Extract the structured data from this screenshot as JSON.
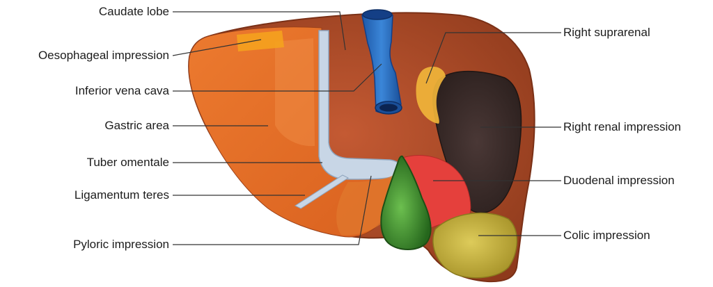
{
  "labels": {
    "caudate_lobe": "Caudate lobe",
    "oesophageal_impression": "Oesophageal impression",
    "inferior_vena_cava": "Inferior vena cava",
    "gastric_area": "Gastric area",
    "tuber_omentale": "Tuber omentale",
    "ligamentum_teres": "Ligamentum teres",
    "pyloric_impression": "Pyloric impression",
    "right_suprarenal": "Right suprarenal",
    "right_renal_impression": "Right renal impression",
    "duodenal_impression": "Duodenal impression",
    "colic_impression": "Colic impression"
  },
  "colors": {
    "liver_right_lobe": "#b9502c",
    "liver_left_lobe": "#e8702a",
    "liver_outline": "#7a3016",
    "oesophageal": "#f5a21e",
    "ivc": "#2a6fc4",
    "ivc_dark": "#143f86",
    "suprarenal": "#f0b43a",
    "renal": "#3e2e2c",
    "duodenal": "#e5403c",
    "colic": "#c9b43a",
    "gallbladder": "#3f8f2f",
    "ligament": "#c8d6e6",
    "leader_line": "#333333"
  }
}
